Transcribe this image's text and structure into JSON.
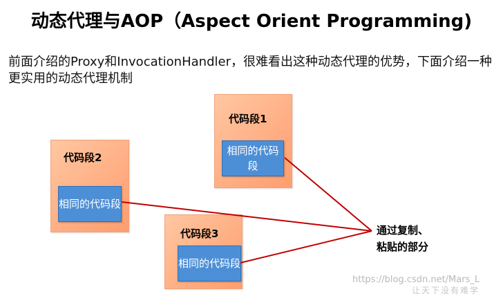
{
  "slide": {
    "title": "动态代理与AOP（Aspect Orient Programming)",
    "intro": "前面介绍的Proxy和InvocationHandler，很难看出这种动态代理的优势，下面介绍一种更实用的动态代理机制"
  },
  "segments": [
    {
      "label": "代码段1",
      "inner": "相同的代码段"
    },
    {
      "label": "代码段2",
      "inner": "相同的代码段"
    },
    {
      "label": "代码段3",
      "inner": "相同的代码段"
    }
  ],
  "note": {
    "line1": "通过复制、",
    "line2": "粘贴的部分"
  },
  "colors": {
    "segment_fill": "#ffad82",
    "inner_fill": "#4d8fd6",
    "connector": "#c00000"
  },
  "watermark": {
    "url": "https://blog.csdn.net/Mars_L",
    "brand": "让天下没有难学"
  }
}
